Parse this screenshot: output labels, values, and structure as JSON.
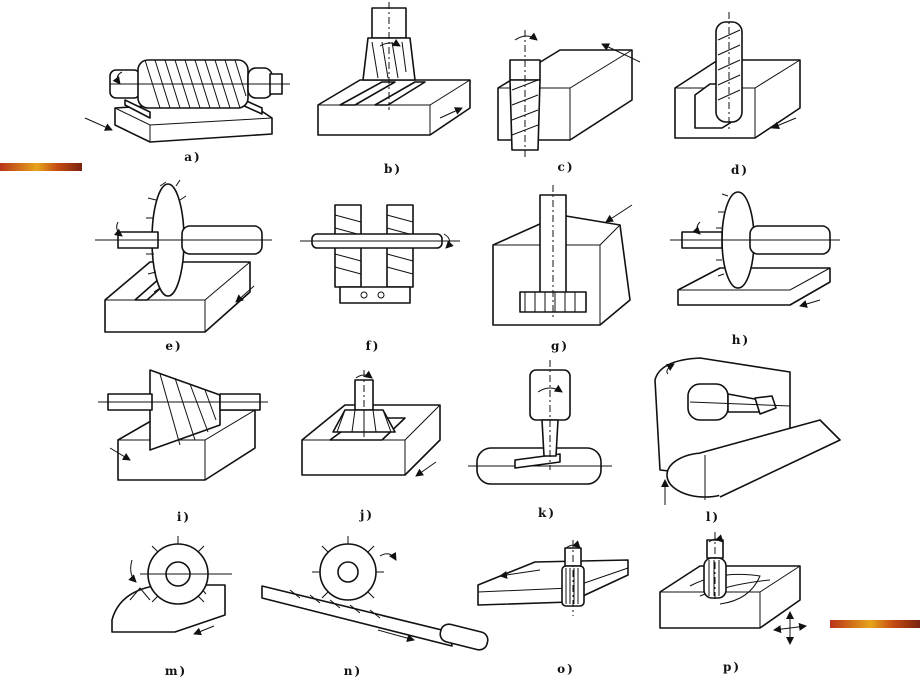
{
  "figure": {
    "captions": {
      "a": "a)",
      "b": "b)",
      "c": "c)",
      "d": "d)",
      "e": "e)",
      "f": "f)",
      "g": "g)",
      "h": "h)",
      "i": "i)",
      "j": "j)",
      "k": "k)",
      "l": "l)",
      "m": "m)",
      "n": "n)",
      "o": "o)",
      "p": "p)"
    },
    "colors": {
      "line": "#111111",
      "bar_left": "#c0391b",
      "bar_mid": "#e0a020",
      "bar_right": "#8a2a10"
    }
  }
}
